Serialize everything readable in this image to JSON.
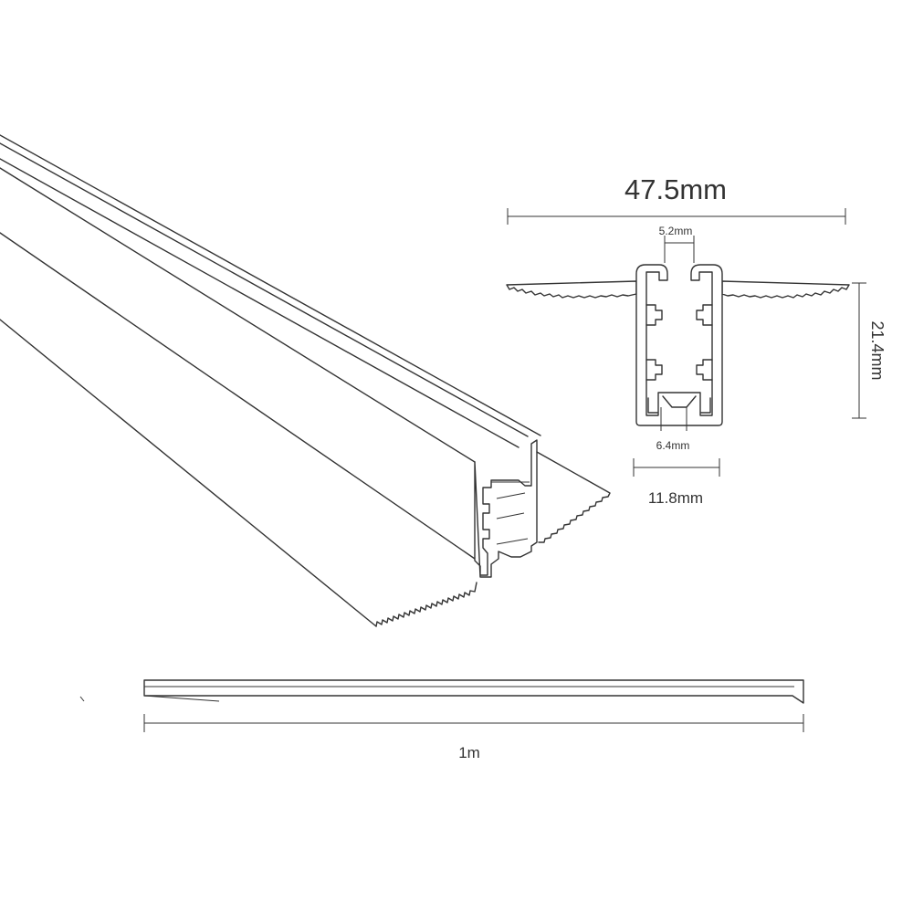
{
  "dimensions": {
    "overall_width": "47.5mm",
    "slot_top_width": "5.2mm",
    "height": "21.4mm",
    "slot_bottom_width": "6.4mm",
    "channel_width": "11.8mm",
    "length": "1m"
  },
  "colors": {
    "line": "#333333",
    "background": "#ffffff"
  }
}
